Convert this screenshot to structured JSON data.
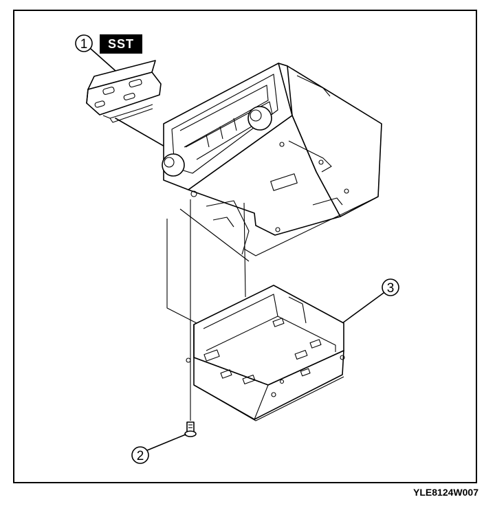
{
  "callouts": [
    {
      "id": "1",
      "label": "1"
    },
    {
      "id": "2",
      "label": "2"
    },
    {
      "id": "3",
      "label": "3"
    }
  ],
  "tool_label": "SST",
  "figure_code": "YLE8124W007"
}
